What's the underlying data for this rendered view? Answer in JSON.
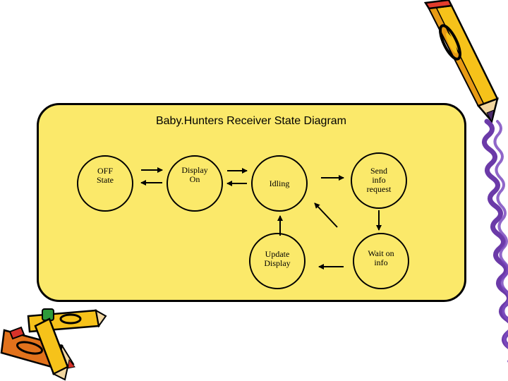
{
  "diagram": {
    "title": "Baby.Hunters Receiver State Diagram",
    "states": {
      "off": "OFF\nState",
      "display_on": "Display\nOn",
      "idling": "Idling",
      "send_info_request": "Send\ninfo\nrequest",
      "update_display": "Update\nDisplay",
      "wait_on_info": "Wait on\ninfo"
    }
  },
  "colors": {
    "panel_fill": "#fbe96a",
    "outline": "#000000"
  },
  "decorations": [
    "pencil-clipart",
    "crayons-clipart",
    "squiggle-border"
  ]
}
